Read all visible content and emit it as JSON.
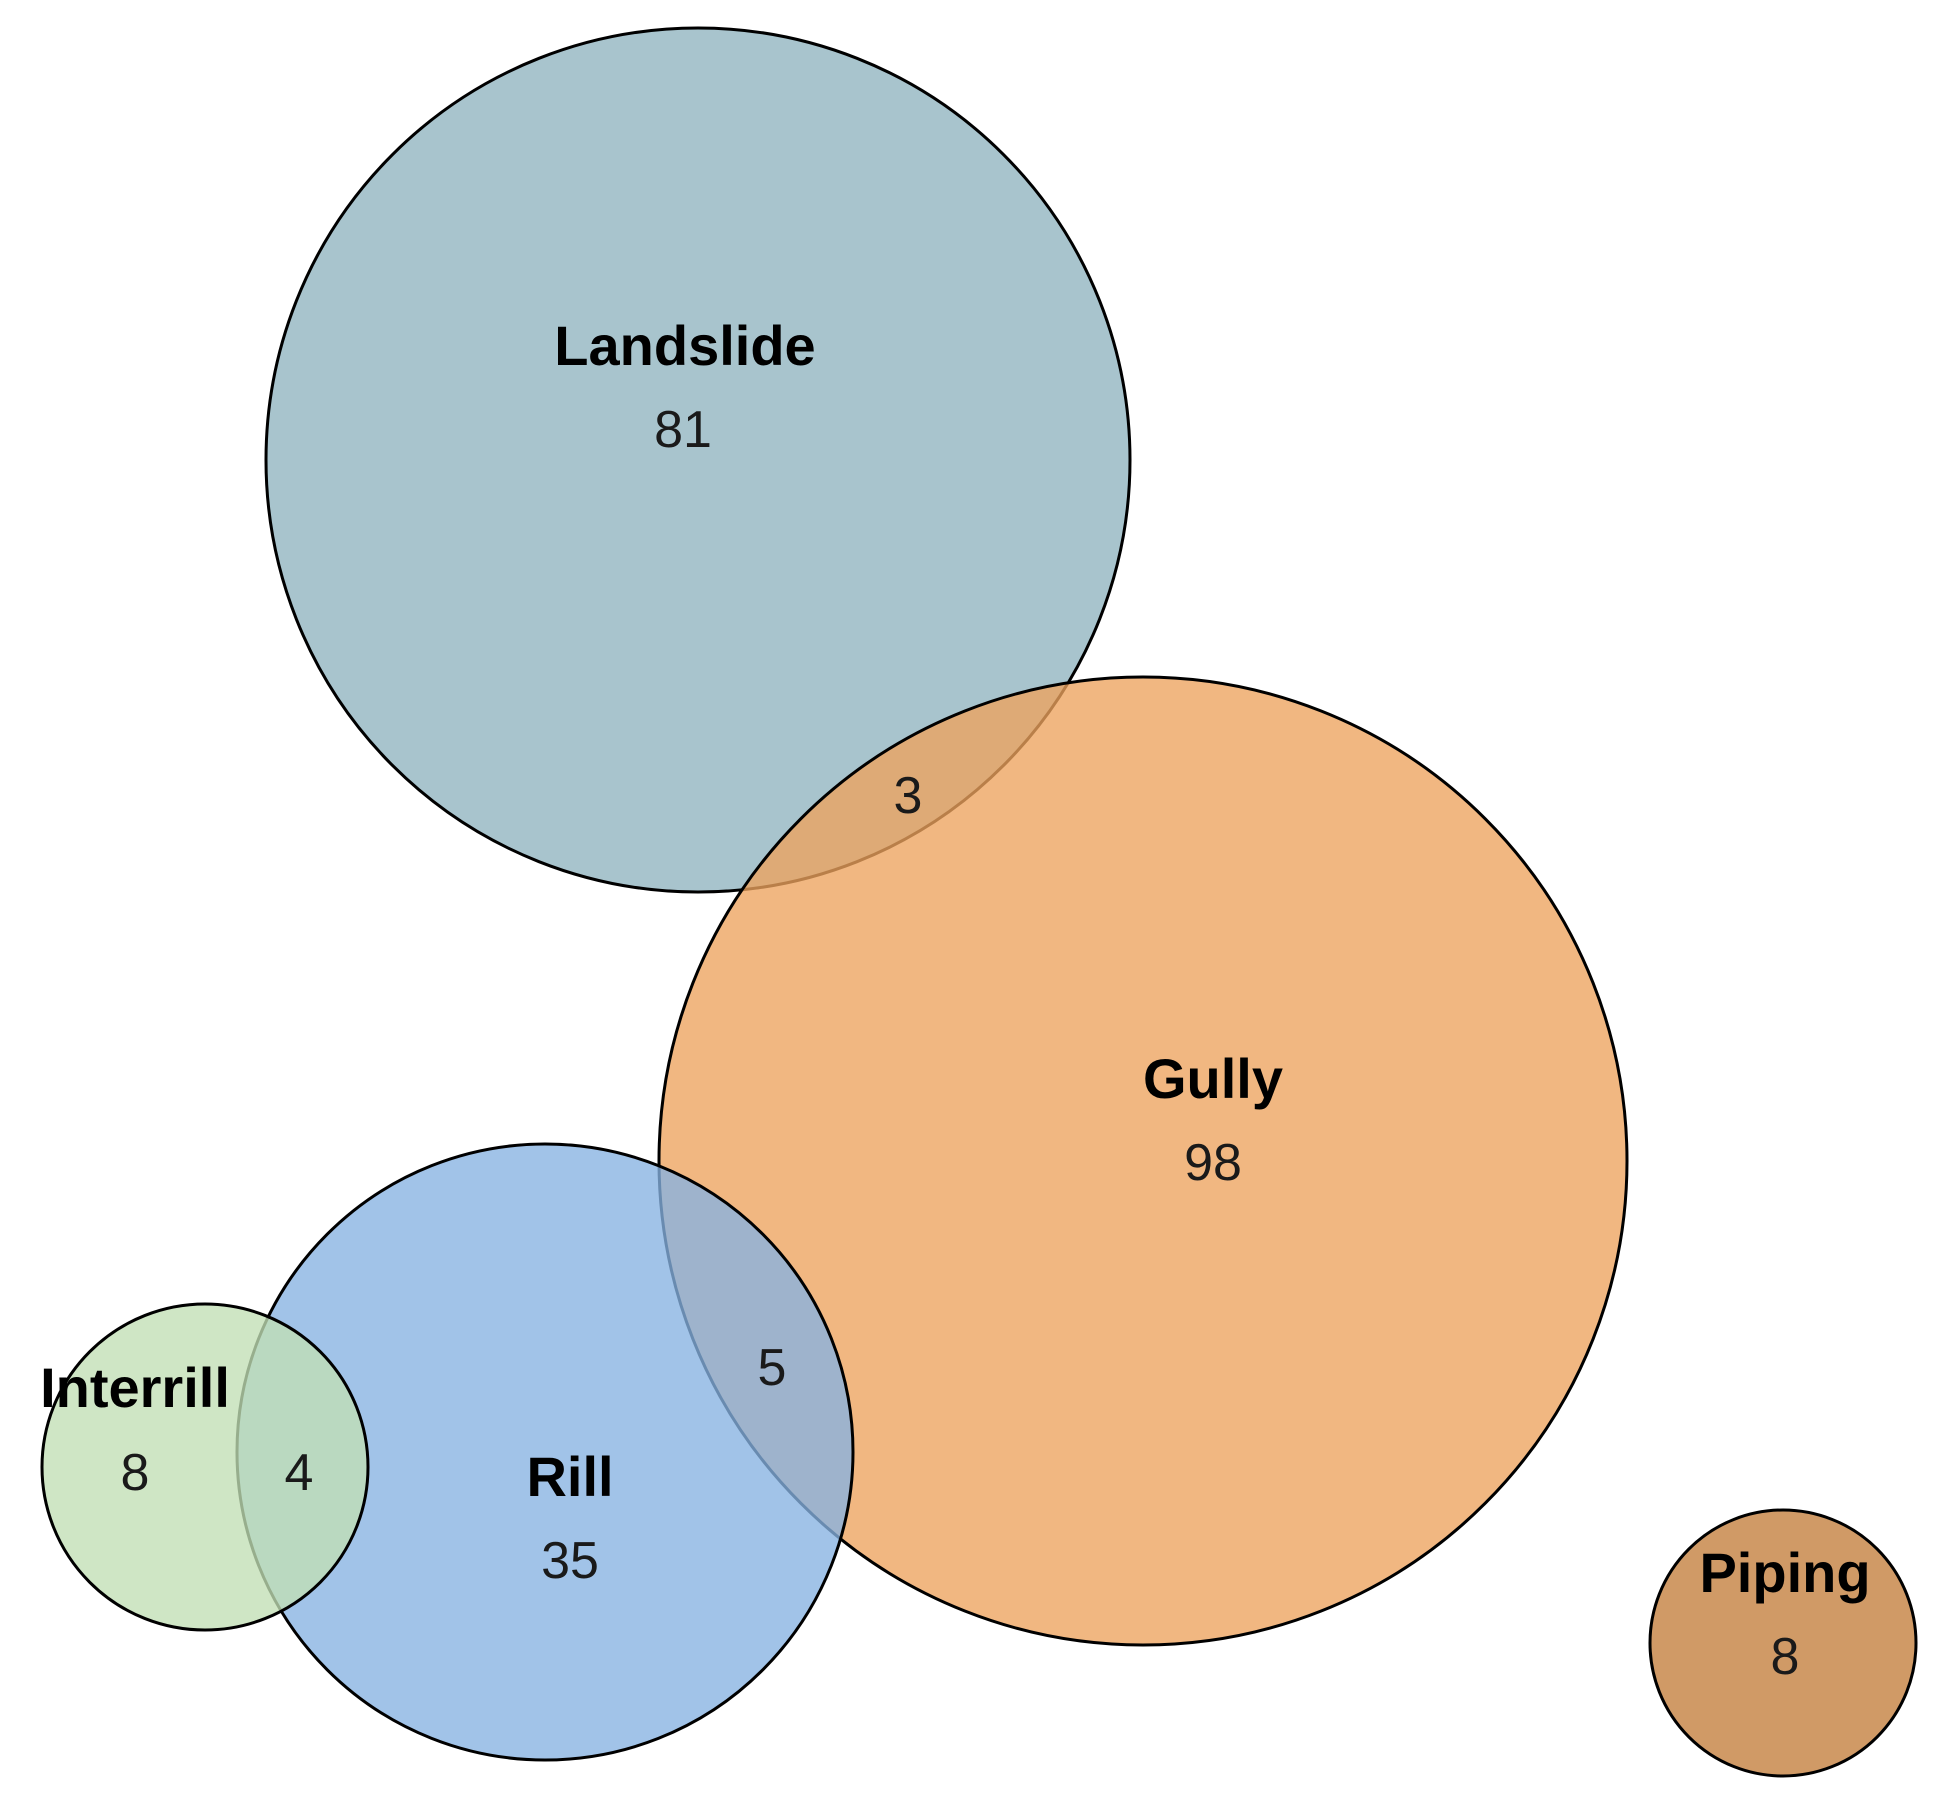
{
  "sets": [
    {
      "key": "landslide",
      "name": "Landslide",
      "count": "81",
      "color": "#8fb3bf"
    },
    {
      "key": "gully",
      "name": "Gully",
      "count": "98",
      "color": "#eda35d"
    },
    {
      "key": "rill",
      "name": "Rill",
      "count": "35",
      "color": "#86b2e2"
    },
    {
      "key": "interrill",
      "name": "Interrill",
      "count": "8",
      "color": "#c1dfb5"
    },
    {
      "key": "piping",
      "name": "Piping",
      "count": "8",
      "color": "#c37e3b"
    }
  ],
  "overlaps": [
    {
      "key": "landslide-gully",
      "sets": [
        "Landslide",
        "Gully"
      ],
      "count": "3"
    },
    {
      "key": "rill-gully",
      "sets": [
        "Rill",
        "Gully"
      ],
      "count": "5"
    },
    {
      "key": "interrill-rill",
      "sets": [
        "Interrill",
        "Rill"
      ],
      "count": "4"
    }
  ]
}
